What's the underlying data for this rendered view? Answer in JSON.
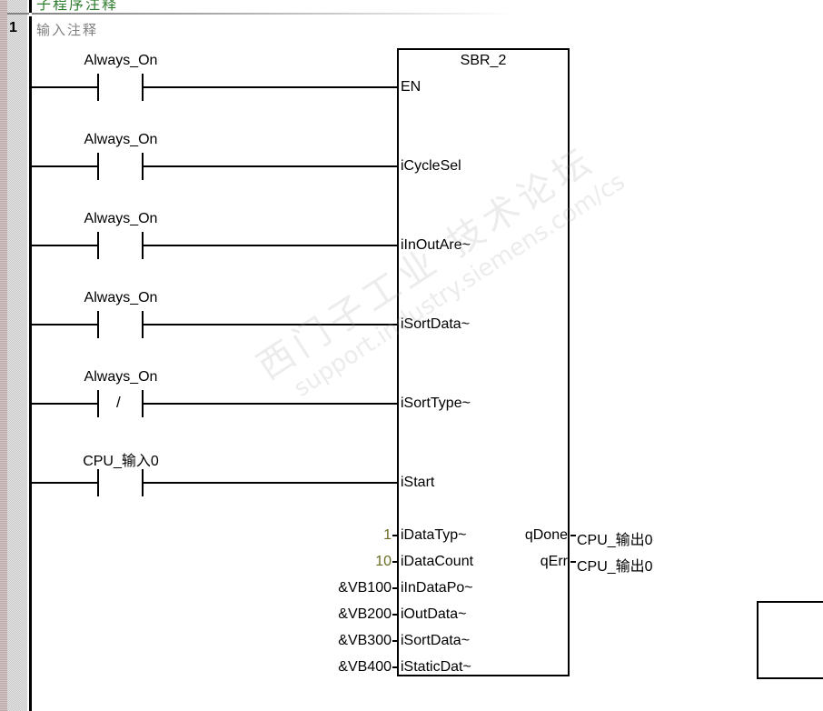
{
  "editor": {
    "subroutine_comment": "子程序注释",
    "network": {
      "number": "1",
      "comment": "输入注释"
    }
  },
  "contacts": [
    {
      "label": "Always_On",
      "type": "NO"
    },
    {
      "label": "Always_On",
      "type": "NO"
    },
    {
      "label": "Always_On",
      "type": "NO"
    },
    {
      "label": "Always_On",
      "type": "NO"
    },
    {
      "label": "Always_On",
      "type": "NC",
      "symbol": "/"
    },
    {
      "label": "CPU_输入0",
      "type": "NO"
    }
  ],
  "block": {
    "title": "SBR_2",
    "wired_inputs": [
      "EN",
      "iCycleSel",
      "iInOutAre~",
      "iSortData~",
      "iSortType~",
      "iStart"
    ],
    "param_inputs": [
      {
        "pin": "iDataTyp~",
        "value": "1",
        "constant": true
      },
      {
        "pin": "iDataCount",
        "value": "10",
        "constant": true
      },
      {
        "pin": "iInDataPo~",
        "value": "&VB100",
        "constant": false
      },
      {
        "pin": "iOutData~",
        "value": "&VB200",
        "constant": false
      },
      {
        "pin": "iSortData~",
        "value": "&VB300",
        "constant": false
      },
      {
        "pin": "iStaticDat~",
        "value": "&VB400",
        "constant": false
      }
    ],
    "outputs": [
      {
        "pin": "qDone",
        "value": "CPU_输出0"
      },
      {
        "pin": "qErr",
        "value": "CPU_输出0"
      }
    ]
  },
  "watermark": {
    "line1": "西门子工业 技术论坛",
    "line2": "support.industry.siemens.com/cs"
  },
  "colors": {
    "constant": "#6b6b22",
    "subroutine_comment": "#2e7d2e",
    "network_comment": "#808080"
  }
}
